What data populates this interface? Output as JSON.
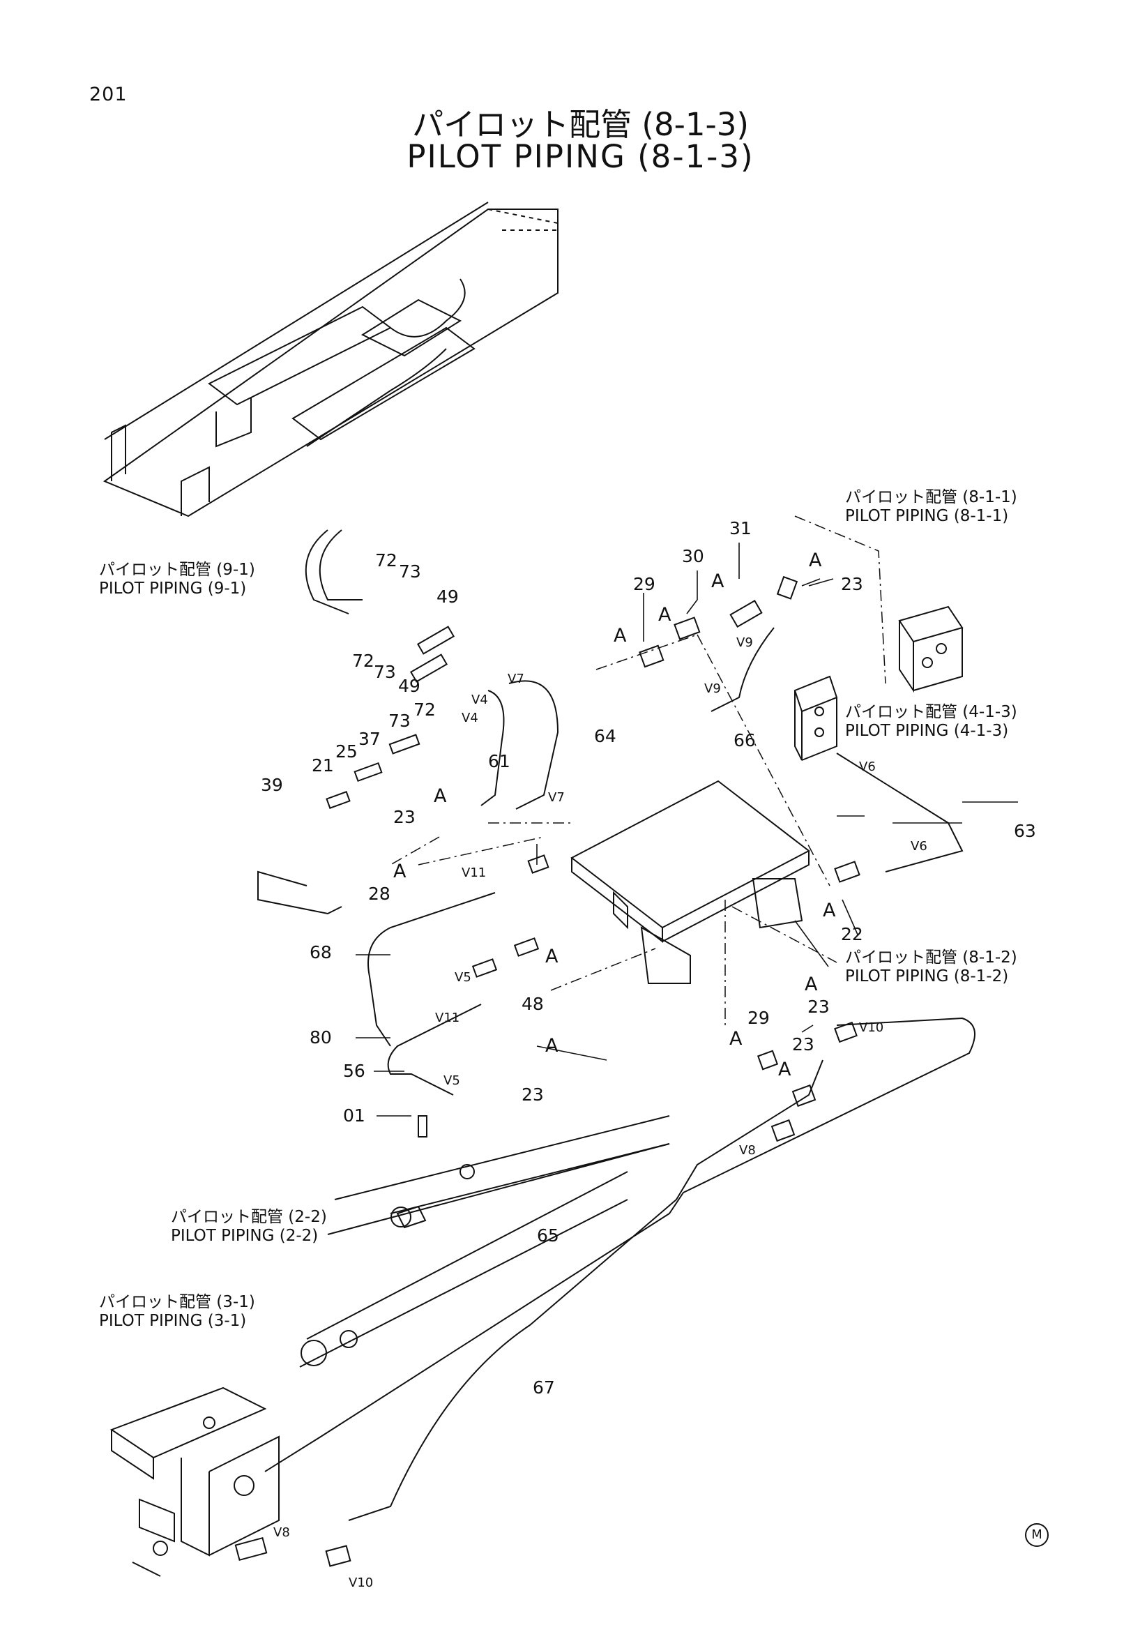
{
  "page_number": "201",
  "title": {
    "japanese": "パイロット配管 (8-1-3)",
    "english": "PILOT PIPING (8-1-3)"
  },
  "references": [
    {
      "id": "ref-8-1-1",
      "ja": "パイロット配管 (8-1-1)",
      "en": "PILOT PIPING (8-1-1)"
    },
    {
      "id": "ref-9-1",
      "ja": "パイロット配管 (9-1)",
      "en": "PILOT PIPING (9-1)"
    },
    {
      "id": "ref-4-1-3",
      "ja": "パイロット配管 (4-1-3)",
      "en": "PILOT PIPING (4-1-3)"
    },
    {
      "id": "ref-8-1-2",
      "ja": "パイロット配管 (8-1-2)",
      "en": "PILOT PIPING (8-1-2)"
    },
    {
      "id": "ref-2-2",
      "ja": "パイロット配管 (2-2)",
      "en": "PILOT PIPING (2-2)"
    },
    {
      "id": "ref-3-1",
      "ja": "パイロット配管 (3-1)",
      "en": "PILOT PIPING (3-1)"
    }
  ],
  "part_numbers": [
    "31",
    "30",
    "29",
    "23",
    "72",
    "73",
    "49",
    "72",
    "73",
    "49",
    "61",
    "64",
    "73",
    "72",
    "37",
    "25",
    "21",
    "39",
    "23",
    "28",
    "66",
    "63",
    "22",
    "68",
    "48",
    "80",
    "23",
    "29",
    "23",
    "56",
    "23",
    "01",
    "65",
    "67"
  ],
  "detail_letters": [
    "A",
    "A",
    "A",
    "A",
    "A",
    "A",
    "A",
    "A",
    "A",
    "A",
    "A",
    "A"
  ],
  "pipe_tags": [
    "V9",
    "V9",
    "V7",
    "V4",
    "V4",
    "V7",
    "V6",
    "V6",
    "V11",
    "V5",
    "V11",
    "V5",
    "V10",
    "V8",
    "V8",
    "V10"
  ],
  "corner_mark": "M"
}
